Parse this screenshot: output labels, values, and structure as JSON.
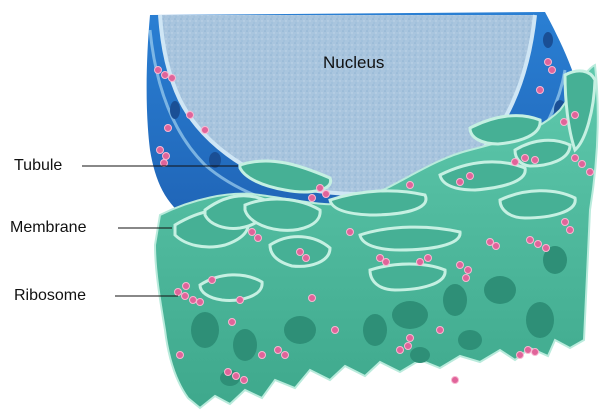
{
  "figure": {
    "labels": {
      "nucleus": "Nucleus",
      "tubule": "Tubule",
      "membrane": "Membrane",
      "ribosome": "Ribosome"
    },
    "colors": {
      "background": "#ffffff",
      "nucleus": "#a9c5de",
      "nuclear_envelope": "#2f7ecf",
      "envelope_highlight": "#cfe6f5",
      "er_membrane": "#4bb89d",
      "er_dark": "#2e8f77",
      "er_edge": "#b9ebdc",
      "ribosome": "#e0649a",
      "ribosome_highlight": "#f9b7d1",
      "leader_line": "#111111"
    }
  }
}
